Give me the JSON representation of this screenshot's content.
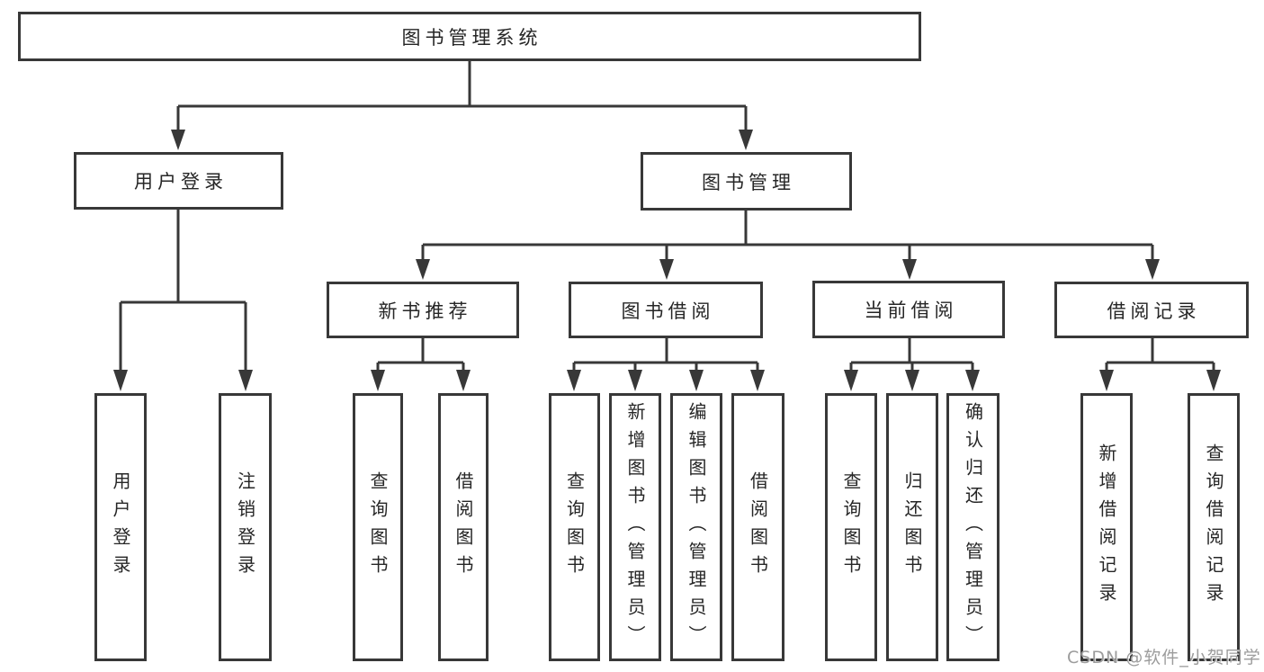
{
  "colors": {
    "line": "#383838",
    "box_border": "#383838",
    "box_fill": "#ffffff",
    "text": "#262626",
    "watermark_text": "#9c9c9c",
    "background": "#ffffff"
  },
  "nodes": {
    "root": "图书管理系统",
    "user_login": "用户登录",
    "book_mgmt": "图书管理",
    "new_book_rec": "新书推荐",
    "book_borrow": "图书借阅",
    "current_borrow": "当前借阅",
    "borrow_record": "借阅记录",
    "leaf_user_login": "用户登录",
    "leaf_logout": "注销登录",
    "leaf_nbr_query_book": "查询图书",
    "leaf_nbr_borrow_book": "借阅图书",
    "leaf_bb_query_book": "查询图书",
    "leaf_bb_add_book": "新增图书（管理员）",
    "leaf_bb_edit_book": "编辑图书（管理员）",
    "leaf_bb_borrow_book": "借阅图书",
    "leaf_cb_query_book": "查询图书",
    "leaf_cb_return_book": "归还图书",
    "leaf_cb_confirm_return": "确认归还（管理员）",
    "leaf_br_add_record": "新增借阅记录",
    "leaf_br_query_record": "查询借阅记录"
  },
  "watermark": "CSDN @软件_小贺同学"
}
